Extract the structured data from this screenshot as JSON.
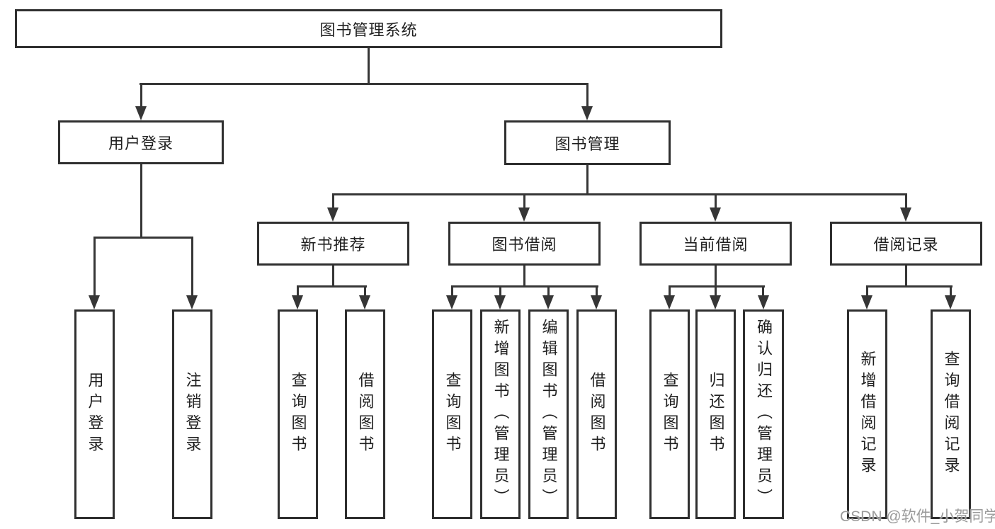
{
  "diagram": {
    "title": "图书管理系统",
    "colors": {
      "background": "#ffffff",
      "line": "#363636",
      "border": "#2f2f2f",
      "text": "#1f1f1f",
      "watermark": "#9a9a9a"
    },
    "nodes": {
      "root": {
        "label": "图书管理系统"
      },
      "level2": [
        {
          "label": "用户登录"
        },
        {
          "label": "图书管理"
        }
      ],
      "level3": [
        {
          "label": "新书推荐"
        },
        {
          "label": "图书借阅"
        },
        {
          "label": "当前借阅"
        },
        {
          "label": "借阅记录"
        }
      ],
      "leaves": [
        {
          "label": "用户登录"
        },
        {
          "label": "注销登录"
        },
        {
          "label": "查询图书"
        },
        {
          "label": "借阅图书"
        },
        {
          "label": "查询图书"
        },
        {
          "label": "新增图书（管理员）"
        },
        {
          "label": "编辑图书（管理员）"
        },
        {
          "label": "借阅图书"
        },
        {
          "label": "查询图书"
        },
        {
          "label": "归还图书"
        },
        {
          "label": "确认归还（管理员）"
        },
        {
          "label": "新增借阅记录"
        },
        {
          "label": "查询借阅记录"
        }
      ]
    },
    "watermark": "CSDN @软件_小贺同学"
  }
}
